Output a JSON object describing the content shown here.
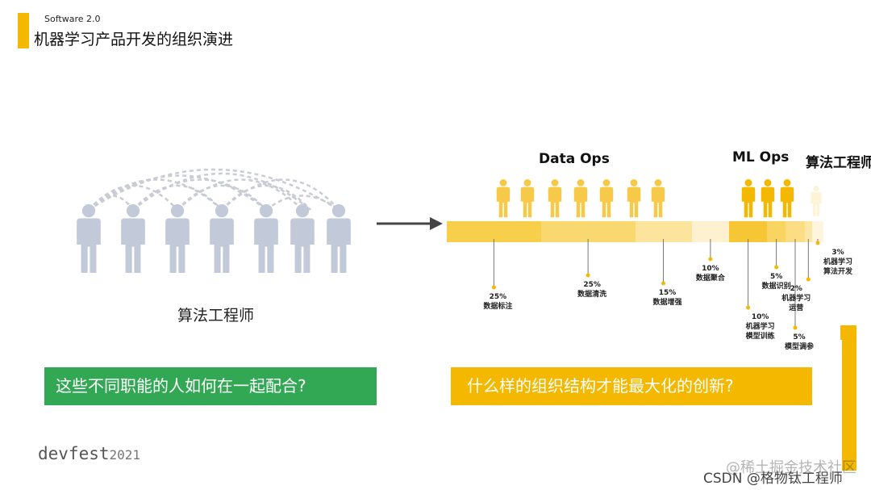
{
  "header": {
    "subtitle": "Software 2.0",
    "title": "机器学习产品开发的组织演进"
  },
  "left_panel": {
    "role_label": "算法工程师",
    "person_count": 7
  },
  "right_panel": {
    "groups": {
      "data_ops": "Data Ops",
      "ml_ops": "ML Ops",
      "algo": "算法工程师"
    },
    "segments": [
      {
        "pct": "25%",
        "name": "数据标注",
        "share": 25,
        "color": "#f8cf4a"
      },
      {
        "pct": "25%",
        "name": "数据清洗",
        "share": 25,
        "color": "#fad870"
      },
      {
        "pct": "15%",
        "name": "数据增强",
        "share": 15,
        "color": "#fce49c"
      },
      {
        "pct": "10%",
        "name": "数据聚合",
        "share": 10,
        "color": "#fdf1cf"
      },
      {
        "pct": "10%",
        "name": "机器学习\n模型训练",
        "share": 10,
        "color": "#f7c634"
      },
      {
        "pct": "5%",
        "name": "数据识别",
        "share": 5,
        "color": "#f9d460"
      },
      {
        "pct": "5%",
        "name": "模型调参",
        "share": 5,
        "color": "#fbdd83"
      },
      {
        "pct": "2%",
        "name": "机器学习\n运营",
        "share": 2,
        "color": "#fce8a6"
      },
      {
        "pct": "3%",
        "name": "机器学习\n算法开发",
        "share": 3,
        "color": "#fef5dc"
      }
    ]
  },
  "questions": {
    "left": "这些不同职能的人如何在一起配合?",
    "right": "什么样的组织结构才能最大化的创新?"
  },
  "footer": {
    "brand": "devfest",
    "year": "2021",
    "watermark_top": "@稀土掘金技术社区",
    "watermark_bottom": "CSDN @格物钛工程师"
  },
  "colors": {
    "accent_yellow": "#f5b800",
    "question_green": "#33a854",
    "person_gray_blue": "#c2cad9",
    "person_yellow": "#f7c948"
  }
}
